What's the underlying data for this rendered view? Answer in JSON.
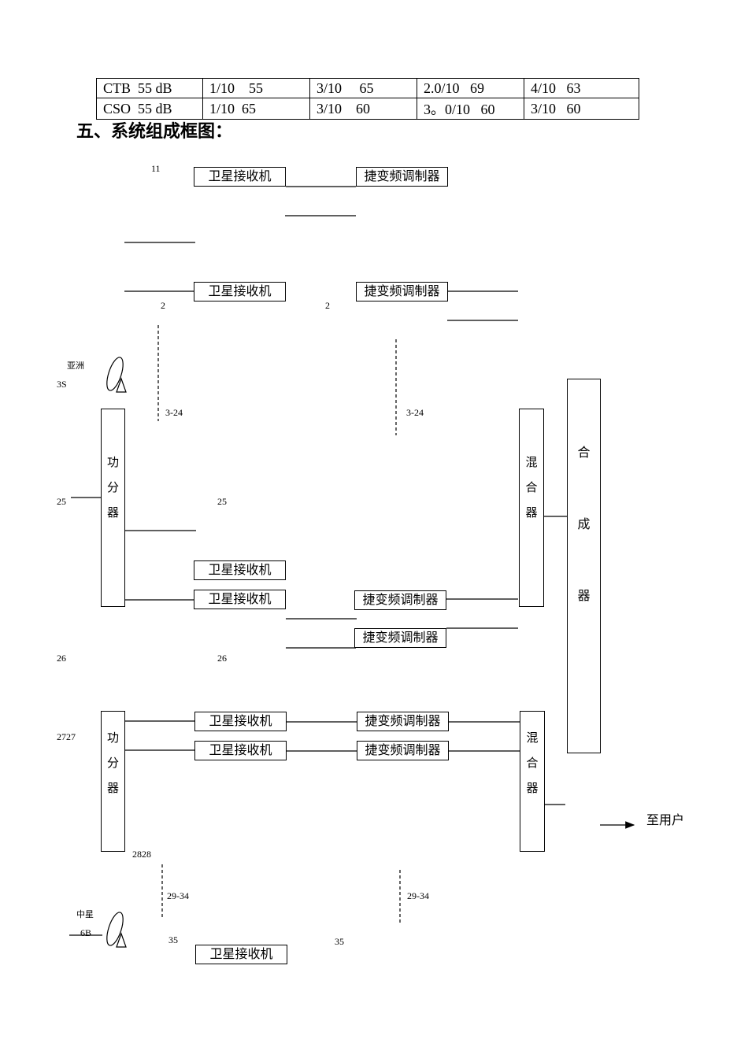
{
  "spec_table": {
    "rows": [
      [
        "CTB  55 dB",
        "1/10    55",
        "3/10     65",
        "2.0/10   69",
        "4/10   63"
      ],
      [
        "CSO  55 dB",
        "1/10  65",
        "3/10    60",
        "3。0/10   60",
        "3/10   60"
      ]
    ]
  },
  "heading": "五、系统组成框图：",
  "blocks": {
    "receiver": "卫星接收机",
    "modulator": "捷变频调制器",
    "splitter": [
      "功",
      "分",
      "器"
    ],
    "mixer": [
      "混",
      "合",
      "器"
    ],
    "combiner": [
      "合",
      "成",
      "器"
    ]
  },
  "labels": {
    "n11": "11",
    "n2a": "2",
    "n2b": "2",
    "asia": "亚洲",
    "s3": "3S",
    "r324a": "3-24",
    "r324b": "3-24",
    "n25a": "25",
    "n25b": "25",
    "n26a": "26",
    "n26b": "26",
    "n2727": "2727",
    "n2828": "2828",
    "r2934a": "29-34",
    "r2934b": "29-34",
    "zhongxing": "中星",
    "b6": "6B",
    "n35a": "35",
    "n35b": "35"
  },
  "output_label": "至用户"
}
